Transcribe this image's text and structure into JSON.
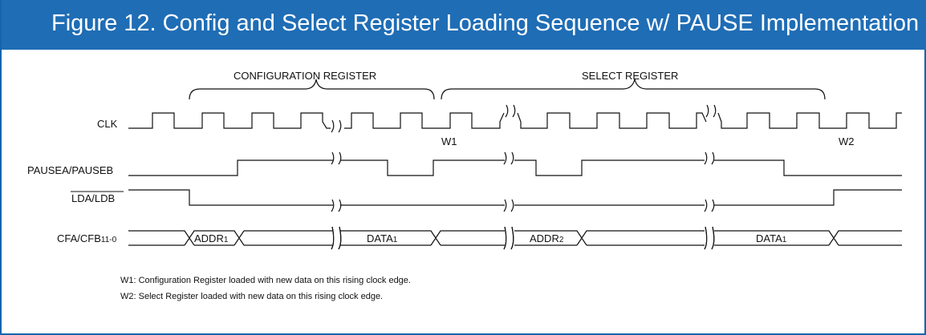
{
  "figure": {
    "title": "Figure 12. Config and Select Register Loading Sequence w/ PAUSE Implementation",
    "accent_color": "#1f6db5"
  },
  "braces": {
    "config_label": "CONFIGURATION REGISTER",
    "select_label": "SELECT REGISTER"
  },
  "signals": {
    "clk": "CLK",
    "pause": "PAUSEA/PAUSEB",
    "lda": "LDA/LDB",
    "cfa_main": "CFA/CFB",
    "cfa_sub": "11-0"
  },
  "markers": {
    "w1": "W1",
    "w2": "W2"
  },
  "bus": {
    "addr1_main": "ADDR",
    "addr1_sub": "1",
    "data1a_main": "DATA",
    "data1a_sub": "1",
    "addr2_main": "ADDR",
    "addr2_sub": "2",
    "data1b_main": "DATA",
    "data1b_sub": "1"
  },
  "notes": {
    "w1": "W1: Configuration Register loaded with new data on this rising clock edge.",
    "w2": "W2: Select Register loaded with new data on this rising clock edge."
  }
}
